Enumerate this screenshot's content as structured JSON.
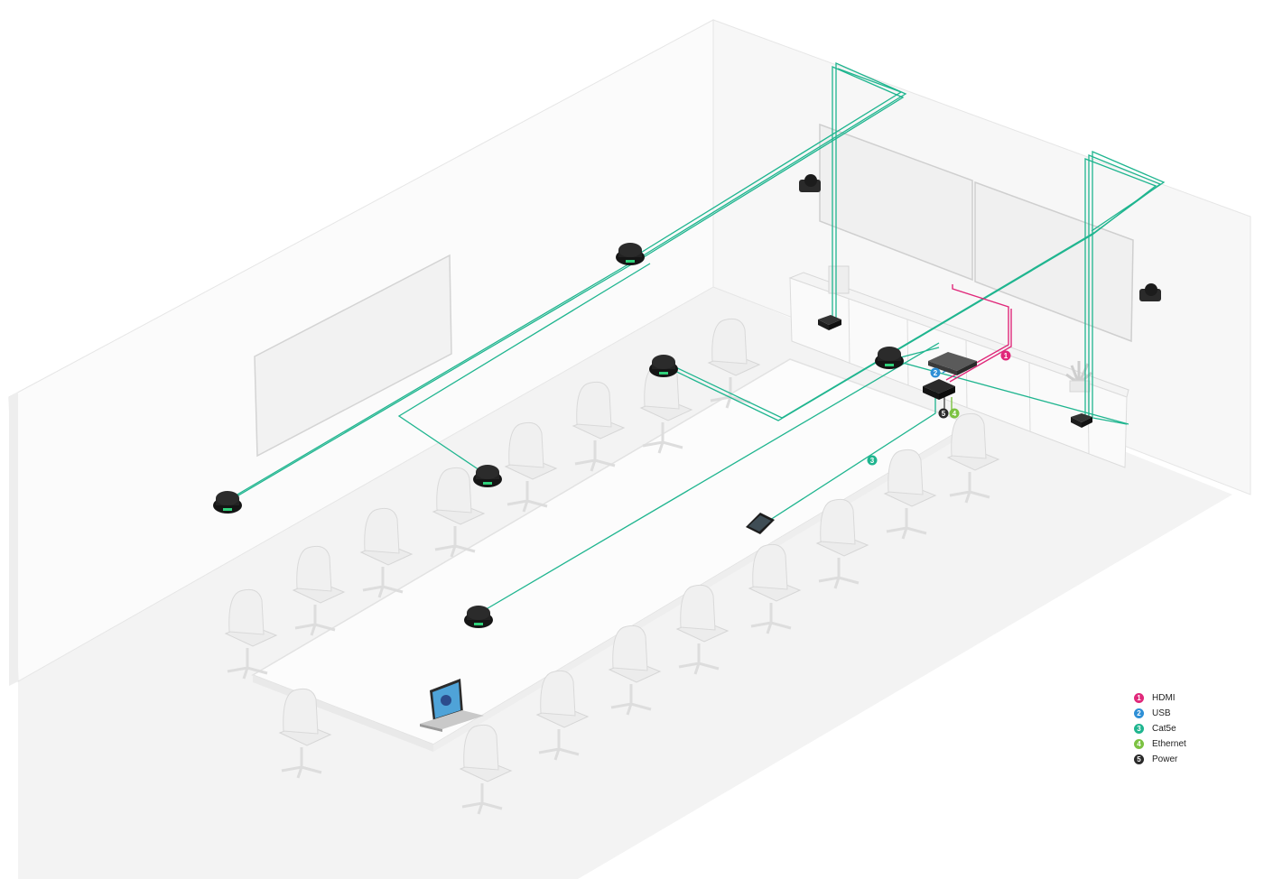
{
  "legend": {
    "items": [
      {
        "num": "1",
        "label": "HDMI",
        "color": "#e0287a"
      },
      {
        "num": "2",
        "label": "USB",
        "color": "#2e8fd6"
      },
      {
        "num": "3",
        "label": "Cat5e",
        "color": "#1fb58f"
      },
      {
        "num": "4",
        "label": "Ethernet",
        "color": "#7cc242"
      },
      {
        "num": "5",
        "label": "Power",
        "color": "#2a2a2a"
      }
    ]
  },
  "badges": {
    "hdmi": "1",
    "usb": "2",
    "cat5e": "3",
    "ethernet": "4",
    "power": "5"
  },
  "colors": {
    "cable_green": "#1fb58f",
    "hdmi_pink": "#e0287a",
    "usb_blue": "#2e8fd6",
    "ethernet_green": "#7cc242",
    "device_black": "#1c1c1c",
    "device_accent": "#2fd07a"
  }
}
